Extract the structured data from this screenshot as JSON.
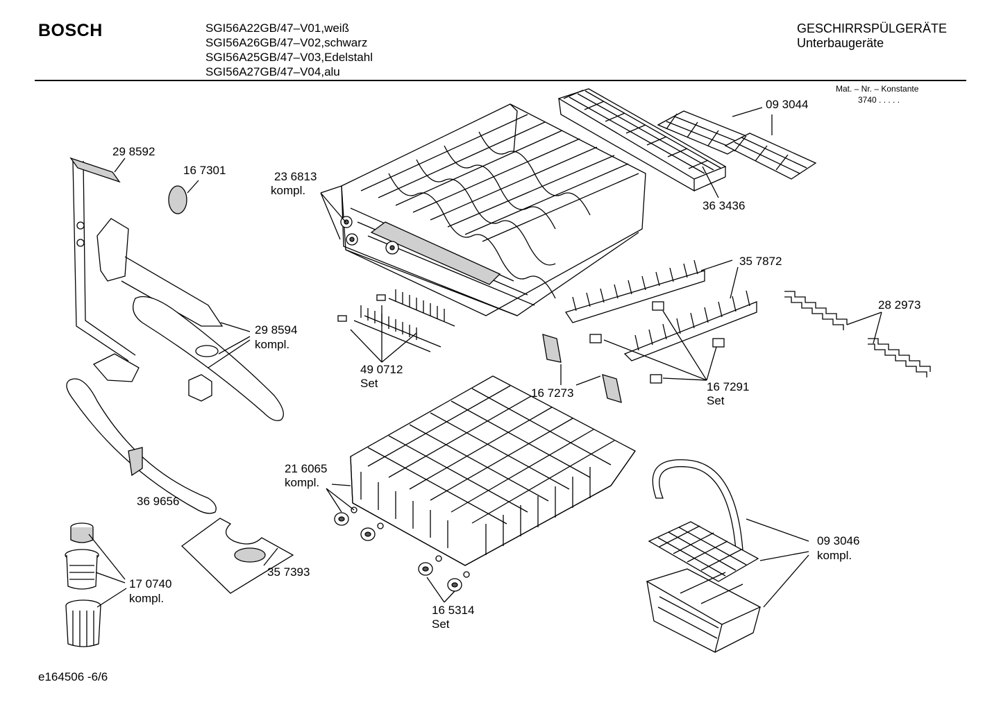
{
  "header": {
    "brand": "BOSCH",
    "models": [
      "SGI56A22GB/47–V01,weiß",
      "SGI56A26GB/47–V02,schwarz",
      "SGI56A25GB/47–V03,Edelstahl",
      "SGI56A27GB/47–V04,alu"
    ],
    "category": "GESCHIRRSPÜLGERÄTE",
    "subcategory": "Unterbaugeräte",
    "mat_nr_label": "Mat. – Nr. – Konstante",
    "mat_nr_value": "3740 .  .  .  .  ."
  },
  "parts": [
    {
      "number": "29 8592",
      "note": ""
    },
    {
      "number": "16 7301",
      "note": ""
    },
    {
      "number": "23 6813",
      "note": "kompl."
    },
    {
      "number": "09 3044",
      "note": ""
    },
    {
      "number": "36 3436",
      "note": ""
    },
    {
      "number": "35 7872",
      "note": ""
    },
    {
      "number": "28 2973",
      "note": ""
    },
    {
      "number": "29 8594",
      "note": "kompl."
    },
    {
      "number": "49 0712",
      "note": "Set"
    },
    {
      "number": "16 7273",
      "note": ""
    },
    {
      "number": "16 7291",
      "note": "Set"
    },
    {
      "number": "21 6065",
      "note": "kompl."
    },
    {
      "number": "36 9656",
      "note": ""
    },
    {
      "number": "35 7393",
      "note": ""
    },
    {
      "number": "09 3046",
      "note": "kompl."
    },
    {
      "number": "17 0740",
      "note": "kompl."
    },
    {
      "number": "16 5314",
      "note": "Set"
    }
  ],
  "footer": {
    "drawing_id": "e164506 -6/6"
  }
}
